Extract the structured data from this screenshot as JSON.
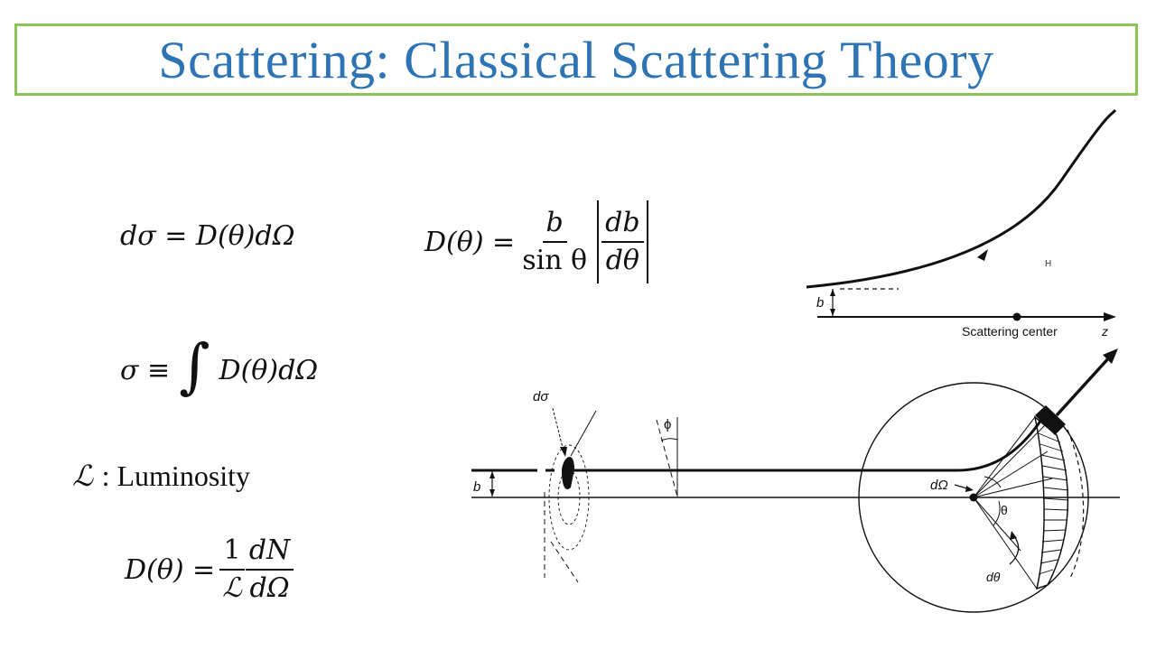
{
  "title": "Scattering: Classical Scattering Theory",
  "equations": {
    "eq1": "dσ = D(θ)dΩ",
    "eq2_lhs": "D(θ) =",
    "eq2_num": "b",
    "eq2_den": "sin θ",
    "eq2_abs_num": "db",
    "eq2_abs_den": "dθ",
    "eq3_lhs": "σ ≡",
    "eq3_integral": "∫",
    "eq3_rhs": "D(θ)dΩ",
    "luminosity_symbol": "ℒ",
    "luminosity_label": ": Luminosity",
    "eq4_lhs": "D(θ) =",
    "eq4_frac1_num": "1",
    "eq4_frac1_den": "ℒ",
    "eq4_frac2_num": "dN",
    "eq4_frac2_den": "dΩ"
  },
  "diagram_top": {
    "label_b": "b",
    "label_h": "H",
    "label_center": "Scattering center",
    "label_z": "z"
  },
  "diagram_bottom": {
    "label_dsigma": "dσ",
    "label_phi": "ϕ",
    "label_b": "b",
    "label_domega": "dΩ",
    "label_theta": "θ",
    "label_dtheta": "dθ"
  }
}
